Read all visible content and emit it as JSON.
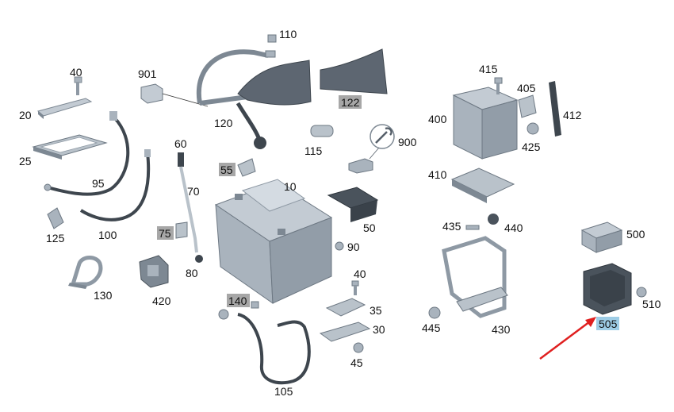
{
  "diagram": {
    "colors": {
      "part_fill": "#a9b3bd",
      "part_dark": "#7d8893",
      "part_light": "#d4dbe2",
      "bellows": "#5d6671",
      "cable": "#3e464e",
      "label_gray_box": "#a7a7a7",
      "label_blue_box": "#9ecde6",
      "arrow": "#e02020"
    },
    "labels": {
      "p10": "10",
      "p20": "20",
      "p25": "25",
      "p30": "30",
      "p35": "35",
      "p40a": "40",
      "p40b": "40",
      "p45": "45",
      "p50": "50",
      "p55": "55",
      "p60": "60",
      "p70": "70",
      "p75": "75",
      "p80": "80",
      "p90": "90",
      "p95": "95",
      "p100": "100",
      "p105": "105",
      "p110": "110",
      "p115": "115",
      "p120": "120",
      "p122": "122",
      "p125": "125",
      "p130": "130",
      "p140": "140",
      "p400": "400",
      "p405": "405",
      "p410": "410",
      "p412": "412",
      "p415": "415",
      "p420": "420",
      "p425": "425",
      "p430": "430",
      "p435": "435",
      "p440": "440",
      "p445": "445",
      "p500": "500",
      "p505": "505",
      "p510": "510",
      "p900": "900",
      "p901": "901"
    }
  }
}
